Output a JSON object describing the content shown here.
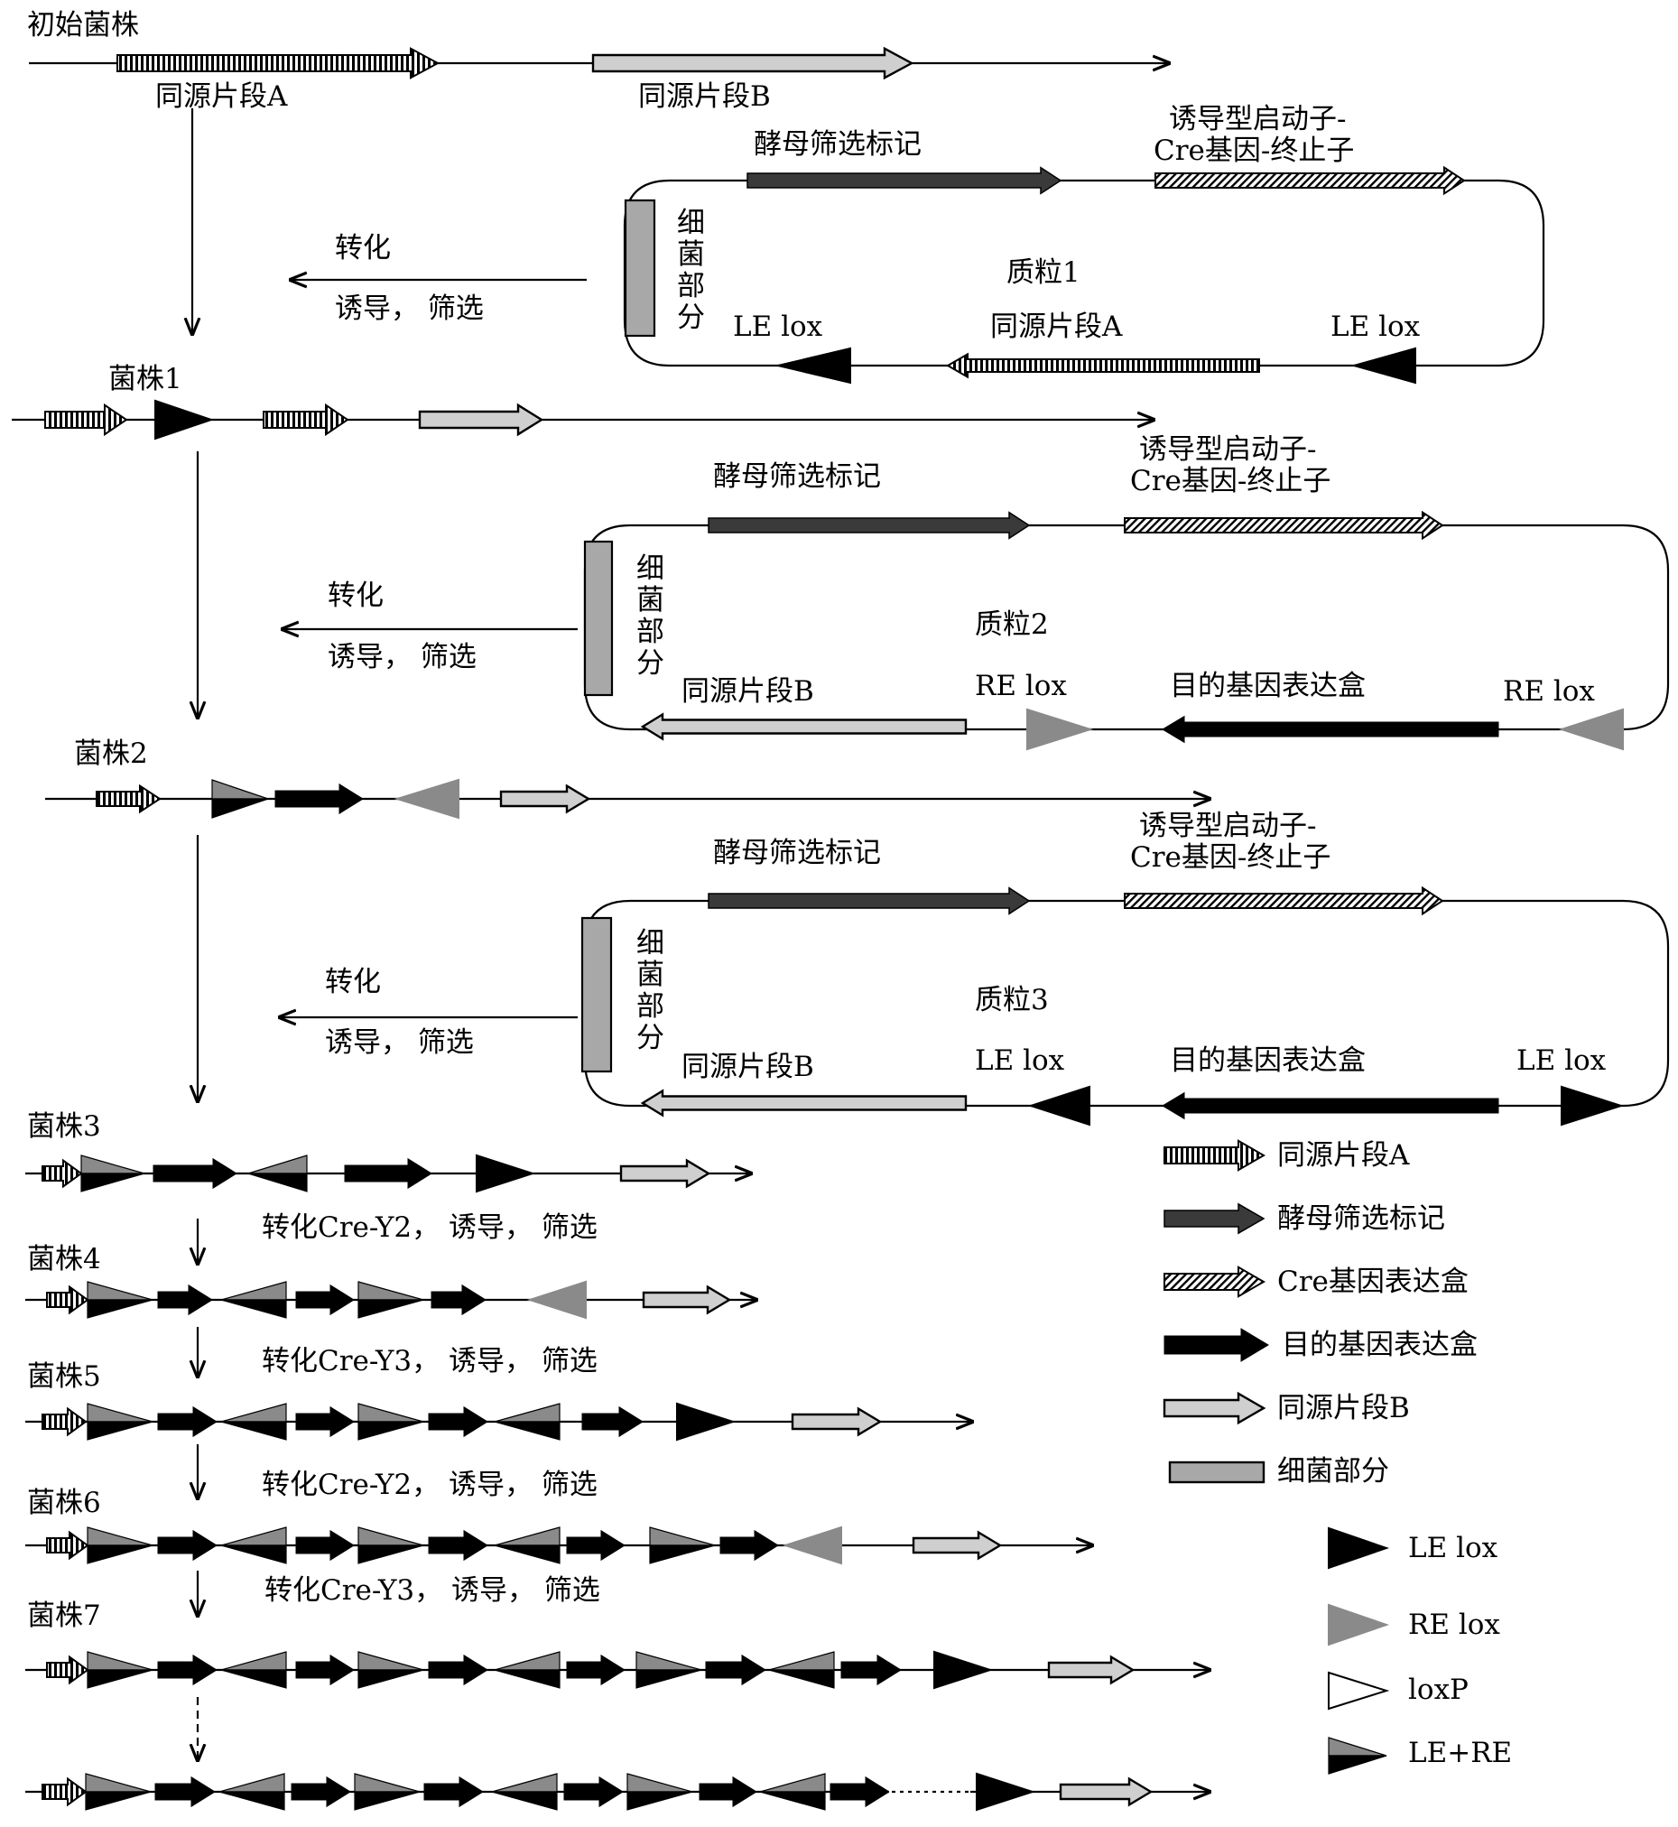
{
  "strains": {
    "initial": "初始菌株",
    "s1": "菌株1",
    "s2": "菌株2",
    "s3": "菌株3",
    "s4": "菌株4",
    "s5": "菌株5",
    "s6": "菌株6",
    "s7": "菌株7"
  },
  "segments": {
    "homolog_a": "同源片段A",
    "homolog_b": "同源片段B"
  },
  "plasmid_labels": {
    "yeast_marker": "酵母筛选标记",
    "inducible_line1": "诱导型启动子-",
    "inducible_line2": "Cre基因-终止子",
    "bacterial_chars": [
      "细",
      "菌",
      "部",
      "分"
    ],
    "gene_cassette": "目的基因表达盒",
    "le_lox": "LE lox",
    "re_lox": "RE lox"
  },
  "plasmids": {
    "p1": "质粒1",
    "p2": "质粒2",
    "p3": "质粒3"
  },
  "steps": {
    "transform": "转化",
    "induce_select": "诱导，  筛选",
    "cre_y2": "转化Cre-Y2，  诱导，  筛选",
    "cre_y3": "转化Cre-Y3，  诱导，  筛选"
  },
  "legend": {
    "homolog_a": "同源片段A",
    "yeast_marker": "酵母筛选标记",
    "cre_cassette": "Cre基因表达盒",
    "gene_cassette": "目的基因表达盒",
    "homolog_b": "同源片段B",
    "bacterial": "细菌部分",
    "le_lox": "LE lox",
    "re_lox": "RE lox",
    "loxp": "loxP",
    "le_re": "LE+RE"
  },
  "colors": {
    "yeast_marker": "#3a3a3a",
    "gene_cassette": "#000000",
    "re_lox": "#8a8a8a",
    "bacterial": "#a8a8a8",
    "homolog_b_fill": "#cfcfcf"
  }
}
